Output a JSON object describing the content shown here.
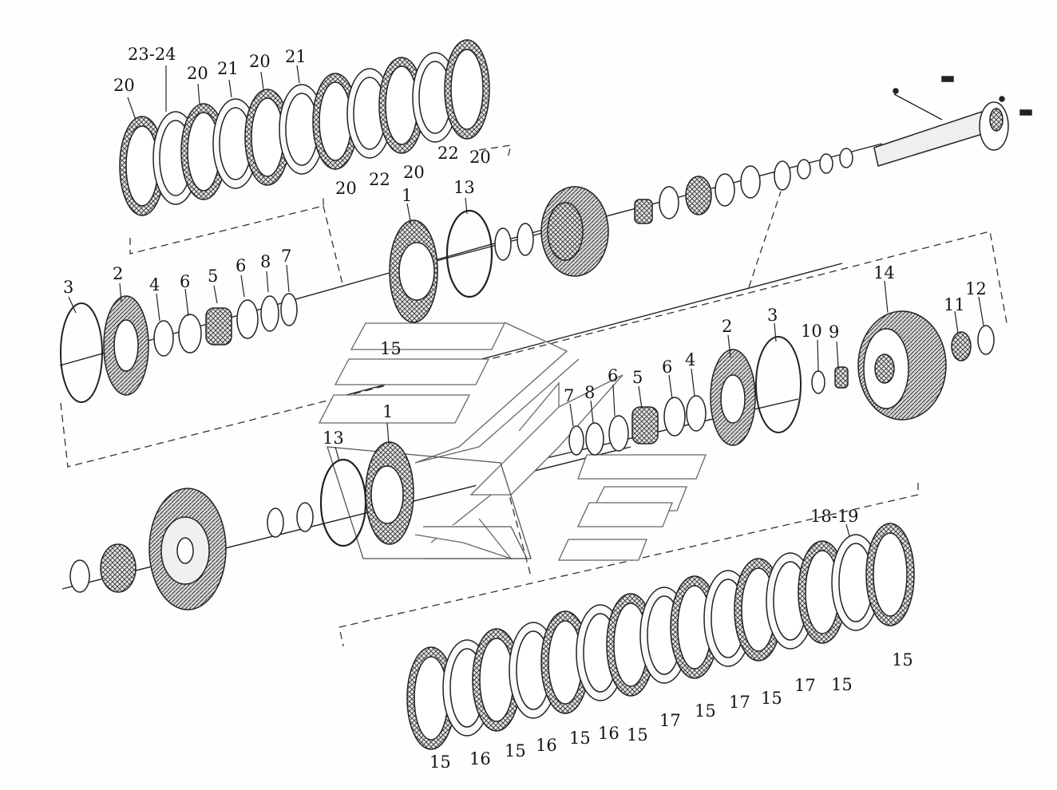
{
  "labels": {
    "top": {
      "l20a": "20",
      "l2324": "23-24",
      "l20b": "20",
      "l21a": "21",
      "l20c": "20",
      "l21b": "21",
      "l20d": "20",
      "l22a": "22",
      "l20e": "20",
      "l22b": "22",
      "l20f": "20"
    },
    "upper_left": {
      "l3": "3",
      "l2": "2",
      "l4": "4",
      "l6a": "6",
      "l5": "5",
      "l6b": "6",
      "l8": "8",
      "l7": "7",
      "l1": "1",
      "l13": "13",
      "l15": "15"
    },
    "right": {
      "l14": "14",
      "l12": "12",
      "l11": "11",
      "l10": "10",
      "l9": "9",
      "l3": "3",
      "l2": "2",
      "l4": "4",
      "l6a": "6",
      "l5": "5",
      "l6b": "6",
      "l8": "8",
      "l7": "7"
    },
    "lower": {
      "l13": "13",
      "l1": "1",
      "l1819": "18-19"
    },
    "bottom": {
      "b1": "15",
      "b2": "16",
      "b3": "15",
      "b4": "16",
      "b5": "15",
      "b6": "16",
      "b7": "15",
      "b8": "17",
      "b9": "15",
      "b10": "17",
      "b11": "15",
      "b12": "17",
      "b13": "15",
      "b14": "15"
    }
  }
}
